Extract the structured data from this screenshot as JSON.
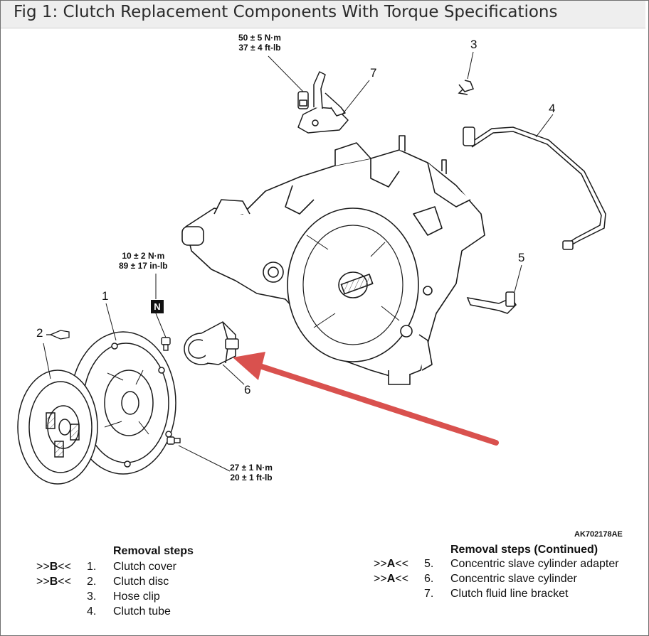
{
  "title": "Fig 1: Clutch Replacement Components With Torque Specifications",
  "callouts": {
    "c1": "1",
    "c2": "2",
    "c3": "3",
    "c4": "4",
    "c5": "5",
    "c6": "6",
    "c7": "7"
  },
  "torques": {
    "t_top": [
      "50 ± 5 N·m",
      "37 ± 4 ft-lb"
    ],
    "t_mid": [
      "10 ± 2 N·m",
      "89 ± 17 in-lb"
    ],
    "t_bot": [
      "27 ± 1 N·m",
      "20 ± 1 ft-lb"
    ]
  },
  "n_badge": "N",
  "figure_code": "AK702178AE",
  "removal_steps": {
    "heading": "Removal steps",
    "items": [
      {
        "ref_pre": ">>",
        "ref_letter": "B",
        "ref_post": "<<",
        "num": "1.",
        "text": "Clutch cover"
      },
      {
        "ref_pre": ">>",
        "ref_letter": "B",
        "ref_post": "<<",
        "num": "2.",
        "text": "Clutch disc"
      },
      {
        "ref_pre": "",
        "ref_letter": "",
        "ref_post": "",
        "num": "3.",
        "text": "Hose clip"
      },
      {
        "ref_pre": "",
        "ref_letter": "",
        "ref_post": "",
        "num": "4.",
        "text": "Clutch tube"
      }
    ]
  },
  "removal_steps_continued": {
    "heading": "Removal steps (Continued)",
    "items": [
      {
        "ref_pre": ">>",
        "ref_letter": "A",
        "ref_post": "<<",
        "num": "5.",
        "text": "Concentric slave cylinder adapter"
      },
      {
        "ref_pre": ">>",
        "ref_letter": "A",
        "ref_post": "<<",
        "num": "6.",
        "text": "Concentric slave cylinder"
      },
      {
        "ref_pre": "",
        "ref_letter": "",
        "ref_post": "",
        "num": "7.",
        "text": "Clutch fluid line bracket"
      }
    ]
  },
  "colors": {
    "arrow": "#d9514e",
    "line": "#1a1a1a",
    "title_bg": "#eeeeee"
  }
}
